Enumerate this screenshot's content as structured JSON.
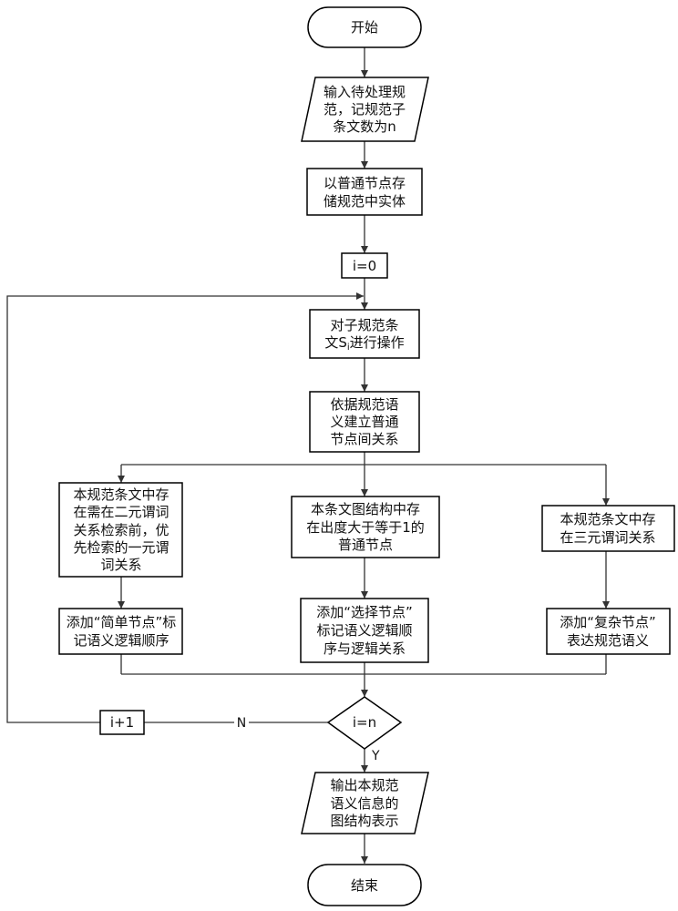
{
  "nodes": {
    "start": {
      "label": "开始"
    },
    "input": {
      "lines": [
        "输入待处理规",
        "范，记规范子",
        "条文数为n"
      ]
    },
    "store_entities": {
      "lines": [
        "以普通节点存",
        "储规范中实体"
      ]
    },
    "init": {
      "label": "i=0"
    },
    "operate": {
      "line1": "对子规范条",
      "line2_before": "文S",
      "line2_subscript": "i",
      "line2_after": "进行操作"
    },
    "build_relations": {
      "lines": [
        "依据规范语",
        "义建立普通",
        "节点间关系"
      ]
    },
    "cond_unary": {
      "lines": [
        "本规范条文中存",
        "在需在二元谓词",
        "关系检索前，优",
        "先检索的一元谓",
        "词关系"
      ]
    },
    "cond_outdegree": {
      "lines": [
        "本条文图结构中存",
        "在出度大于等于1的",
        "普通节点"
      ]
    },
    "cond_ternary": {
      "lines": [
        "本规范条文中存",
        "在三元谓词关系"
      ]
    },
    "add_simple": {
      "lines": [
        "添加“简单节点”标",
        "记语义逻辑顺序"
      ]
    },
    "add_choice": {
      "lines": [
        "添加“选择节点”",
        "标记语义逻辑顺",
        "序与逻辑关系"
      ]
    },
    "add_complex": {
      "lines": [
        "添加“复杂节点”",
        "表达规范语义"
      ]
    },
    "decision": {
      "label": "i=n"
    },
    "increment": {
      "label": "i+1"
    },
    "output": {
      "lines": [
        "输出本规范",
        "语义信息的",
        "图结构表示"
      ]
    },
    "end": {
      "label": "结束"
    }
  },
  "edges": {
    "no_label": "N",
    "yes_label": "Y"
  },
  "colors": {
    "line": "#333333",
    "border": "#000000",
    "background": "#ffffff"
  }
}
